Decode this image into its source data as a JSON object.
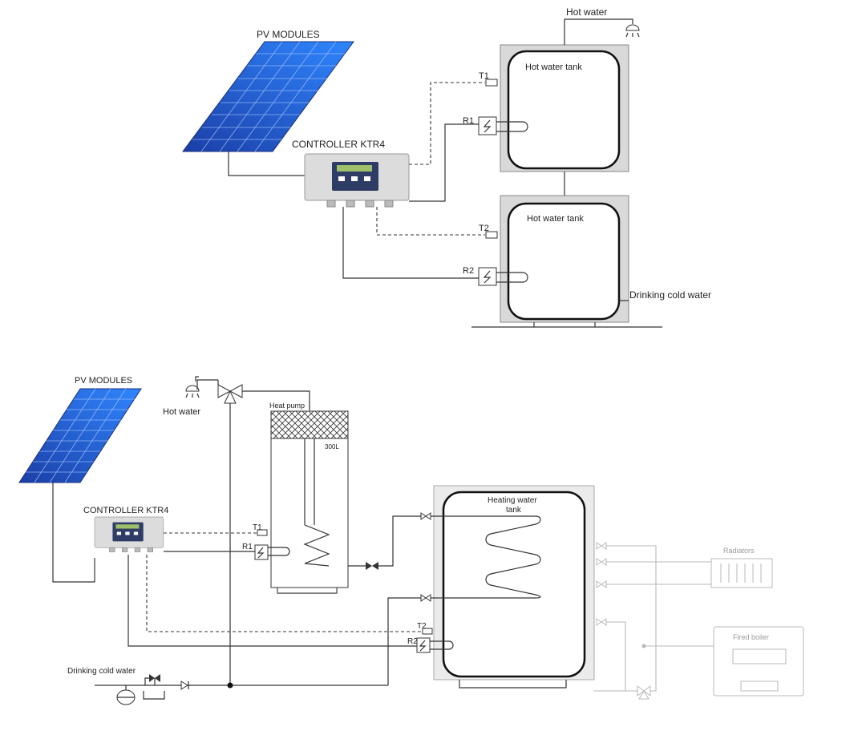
{
  "colors": {
    "panel_dark": "#1b3ea6",
    "panel_light": "#2f86ff",
    "tank_jacket": "#d9d9d9",
    "line": "#333333",
    "faded": "#b9b9b9",
    "controller_body": "#dcdcdc",
    "controller_display": "#2f3c66"
  },
  "top": {
    "pv_label": "PV MODULES",
    "controller_label": "CONTROLLER KTR4",
    "hot_water_label": "Hot water",
    "tank1_label": "Hot water tank",
    "tank2_label": "Hot water tank",
    "t1": "T1",
    "r1": "R1",
    "t2": "T2",
    "r2": "R2",
    "cold_water_label": "Drinking cold water",
    "icons": [
      "shower-icon",
      "heating-element-icon"
    ]
  },
  "bottom": {
    "pv_label": "PV MODULES",
    "controller_label": "CONTROLLER KTR4",
    "hot_water_label": "Hot water",
    "heat_pump_label": "Heat pump",
    "volume_label": "300L",
    "heating_tank_label_line1": "Heating water",
    "heating_tank_label_line2": "tank",
    "t1": "T1",
    "r1": "R1",
    "t2": "T2",
    "r2": "R2",
    "radiators_label": "Radiators",
    "boiler_label": "Fired boiler",
    "cold_water_label": "Drinking cold water",
    "icons": [
      "shower-icon",
      "three-way-valve-icon",
      "check-valve-icon",
      "expansion-vessel-icon"
    ]
  }
}
